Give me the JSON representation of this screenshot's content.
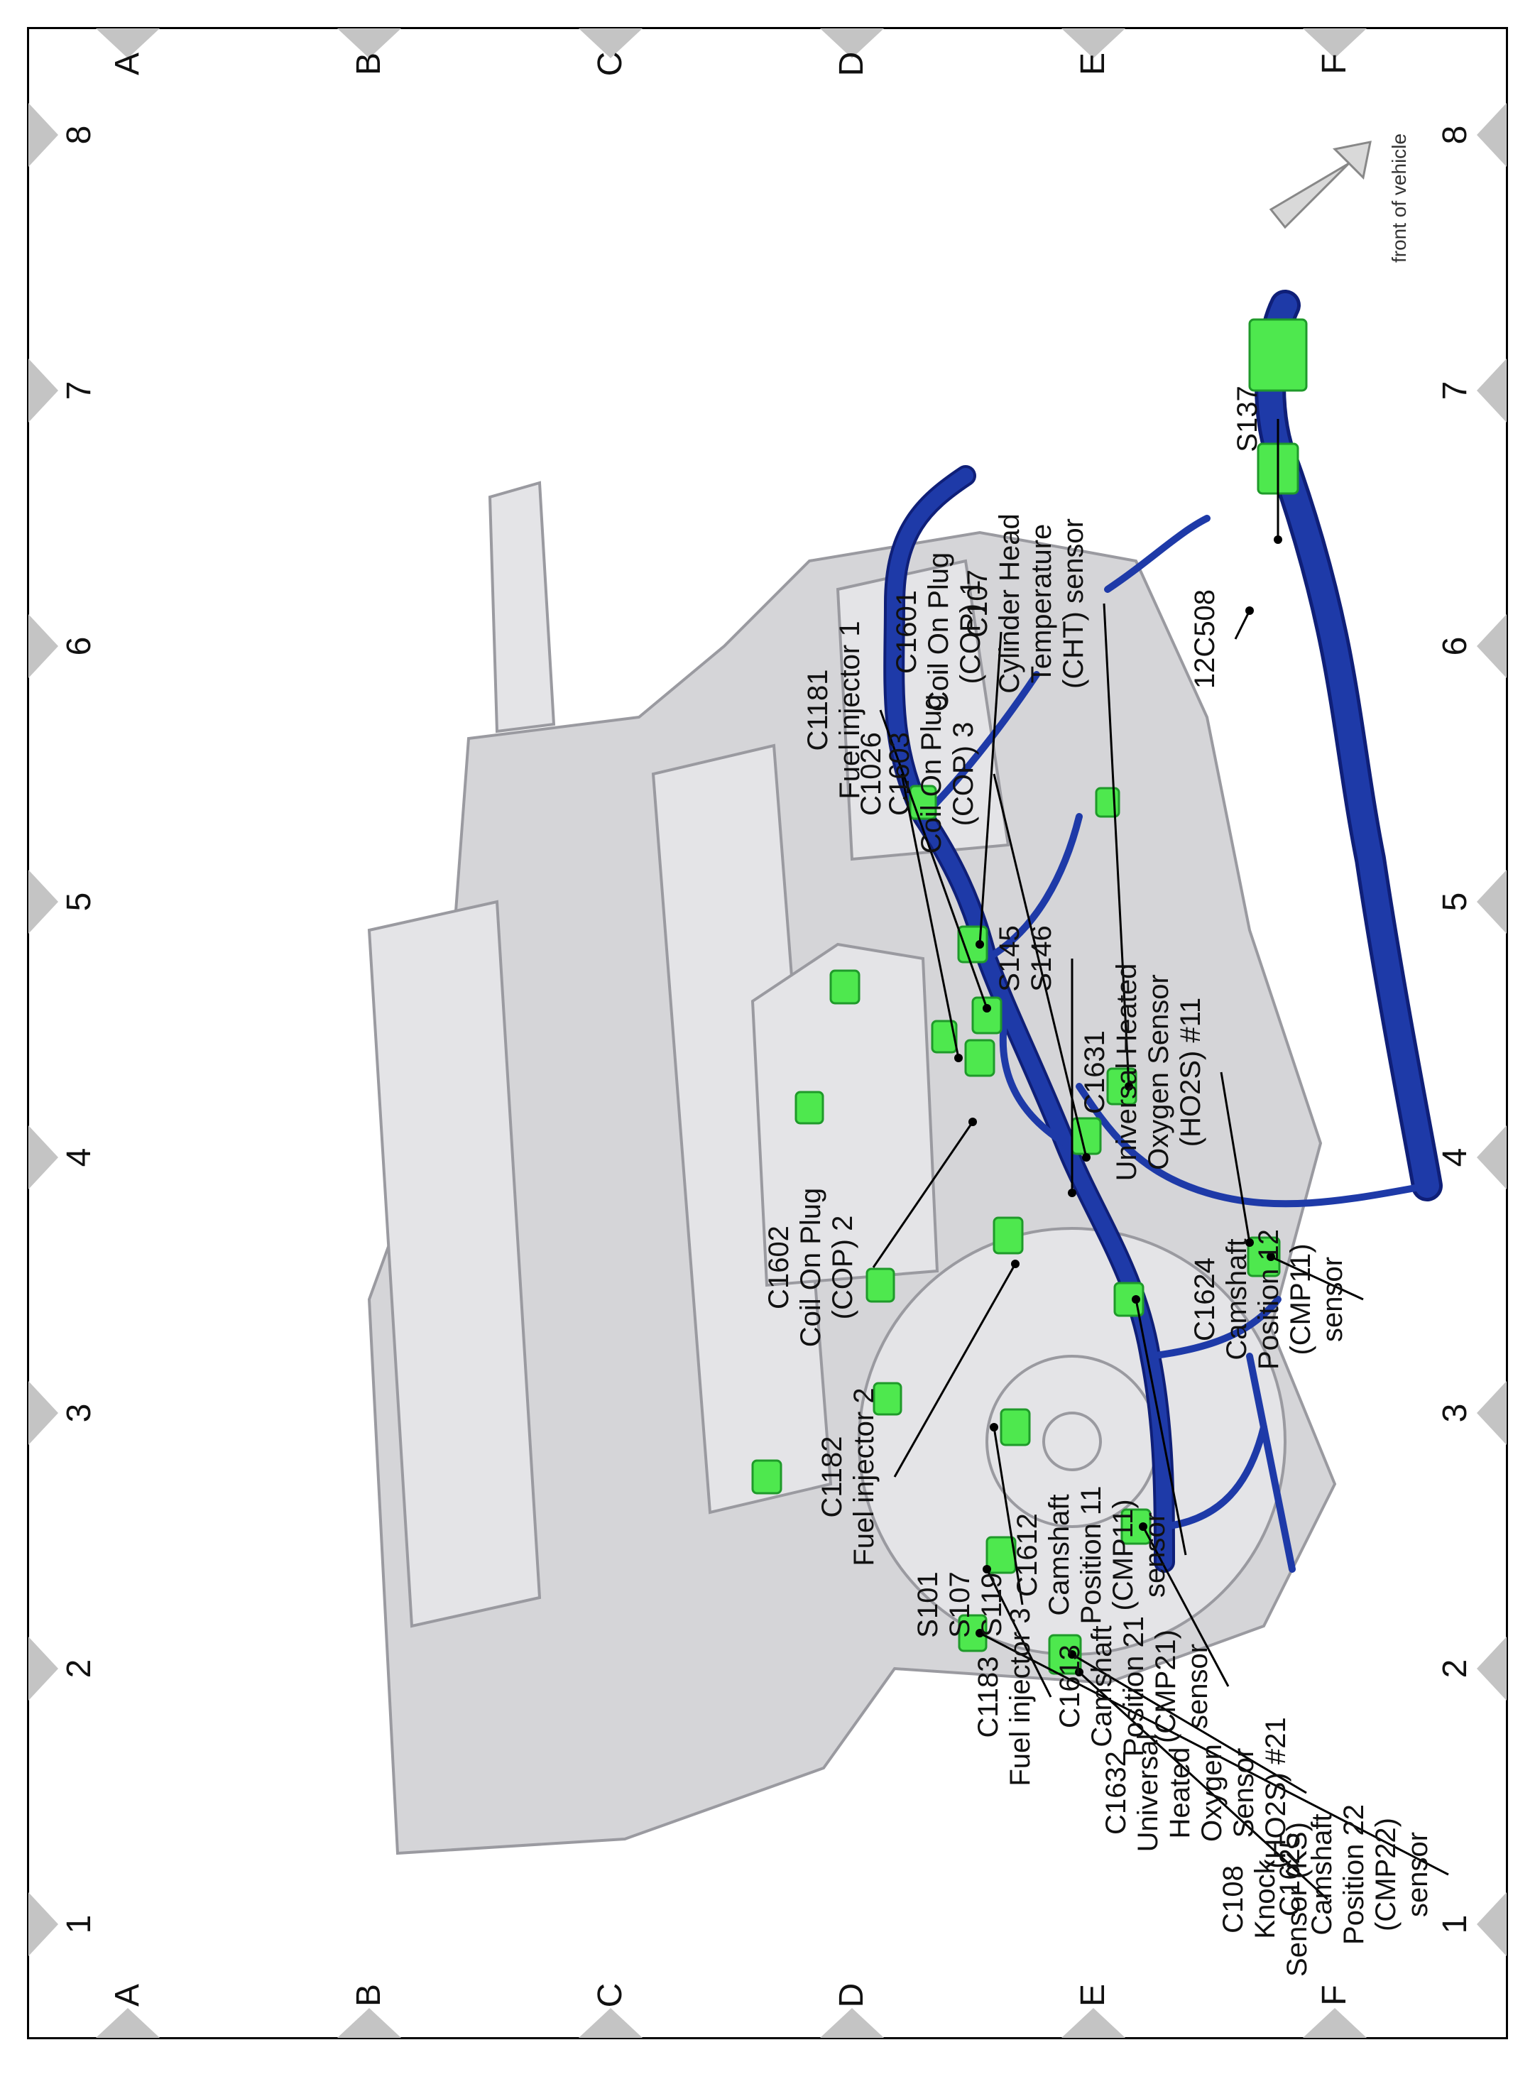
{
  "grid": {
    "row_letters": [
      "A",
      "B",
      "C",
      "D",
      "E",
      "F"
    ],
    "column_numbers": [
      "1",
      "2",
      "3",
      "4",
      "5",
      "6",
      "7",
      "8"
    ]
  },
  "footer_note": "front of vehicle",
  "colors": {
    "harness": "#1e3aa8",
    "harness_dark": "#0f1f78",
    "connector": "#4ee84e",
    "connector_dark": "#1f9a2a",
    "engine": "#d5d5d8",
    "engine_edge": "#9a9aa0",
    "marker": "#c4c4c4"
  },
  "labels": [
    {
      "id": "c108",
      "lines": [
        "C108",
        "Knock",
        "Sensor (KS)"
      ]
    },
    {
      "id": "c1625",
      "lines": [
        "C1625",
        "Camshaft",
        "Position 22",
        "(CMP22)",
        "sensor"
      ]
    },
    {
      "id": "c1632",
      "lines": [
        "C1632",
        "Universal",
        "Heated",
        "Oxygen",
        "Sensor",
        "(HO2S) #21"
      ]
    },
    {
      "id": "c1613",
      "lines": [
        "C1613",
        "Camshaft",
        "Position 21",
        "(CMP21)",
        "sensor"
      ]
    },
    {
      "id": "c1612",
      "lines": [
        "C1612",
        "Camshaft",
        "Position 11",
        "(CMP11)",
        "sensor"
      ]
    },
    {
      "id": "c1183",
      "lines": [
        "C1183",
        "Fuel injector 3"
      ]
    },
    {
      "id": "s101",
      "lines": [
        "S101",
        "S107",
        "S119"
      ]
    },
    {
      "id": "c1182",
      "lines": [
        "C1182",
        "Fuel injector 2"
      ]
    },
    {
      "id": "c1602",
      "lines": [
        "C1602",
        "Coil On Plug",
        "(COP) 2"
      ]
    },
    {
      "id": "c1624",
      "lines": [
        "C1624",
        "Camshaft",
        "Position 12",
        "(CMP11)",
        "sensor"
      ]
    },
    {
      "id": "c1631",
      "lines": [
        "C1631",
        "Universal Heated",
        "Oxygen Sensor",
        "(HO2S) #11"
      ]
    },
    {
      "id": "s145",
      "lines": [
        "S145",
        "S146"
      ]
    },
    {
      "id": "c1603",
      "lines": [
        "C1603",
        "Coil On Plug",
        "(COP) 3"
      ]
    },
    {
      "id": "c1026",
      "lines": [
        "C1026"
      ]
    },
    {
      "id": "c1181",
      "lines": [
        "C1181",
        "Fuel injector 1"
      ]
    },
    {
      "id": "c1601",
      "lines": [
        "C1601",
        "Coil On Plug",
        "(COP) 1"
      ]
    },
    {
      "id": "c12c508",
      "lines": [
        "12C508"
      ]
    },
    {
      "id": "c107",
      "lines": [
        "C107",
        "Cylinder Head",
        "Temperature",
        "(CHT) sensor"
      ]
    },
    {
      "id": "s137",
      "lines": [
        "S137"
      ]
    }
  ]
}
